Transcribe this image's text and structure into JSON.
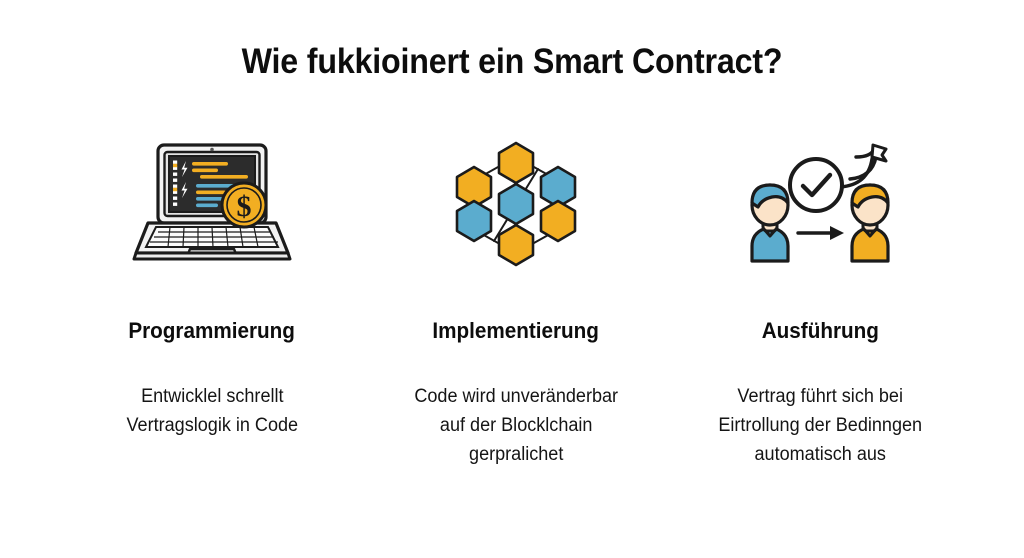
{
  "title": "Wie fukkioinert ein Smart Contract?",
  "background_color": "#ffffff",
  "palette": {
    "yellow": "#F2AE22",
    "yellow_light": "#F7C244",
    "blue": "#5BACCE",
    "blue_light": "#7CC2DE",
    "outline": "#1b1b1b",
    "skin": "#FBE3C8",
    "screen_dark": "#2c2c2c",
    "laptop_gray": "#e6e6e6",
    "text": "#0d0d0d"
  },
  "columns": [
    {
      "icon_name": "laptop-code-coin-icon",
      "heading": "Programmierung",
      "body": "Entwicklel schrellt\nVertragslogik in Code"
    },
    {
      "icon_name": "blockchain-hexagons-icon",
      "heading": "Implementierung",
      "body": "Code wird unveränderbar\nauf der Blocklchain\ngerpralichet"
    },
    {
      "icon_name": "two-people-handshake-check-icon",
      "heading": "Ausführung",
      "body": "Vertrag führt sich bei\nEirtrollung der Bedinngen\nautomatisch aus"
    }
  ]
}
